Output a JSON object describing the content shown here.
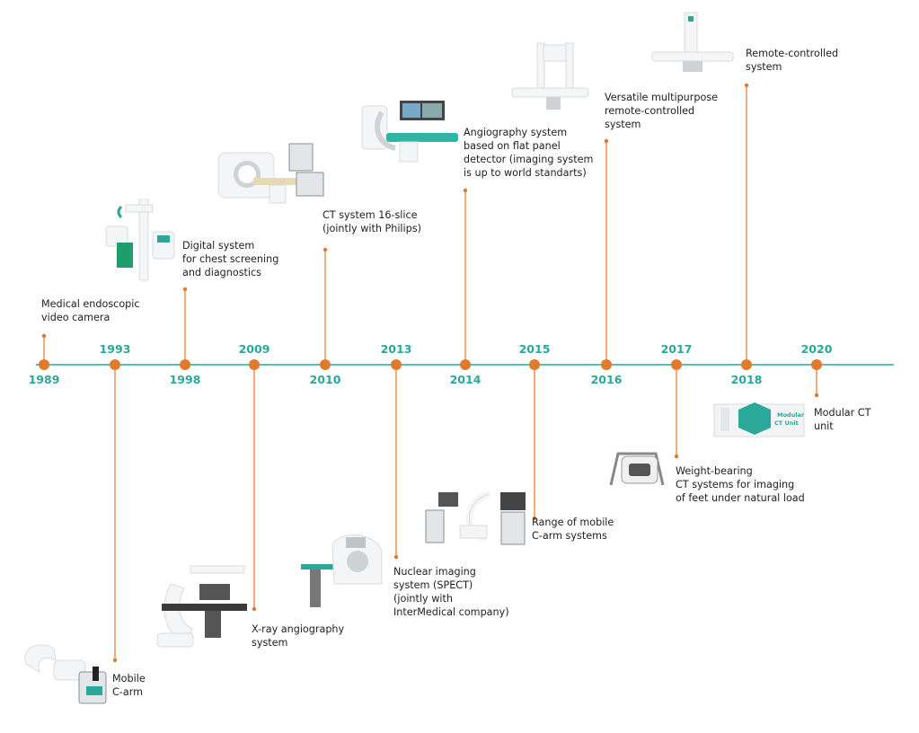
{
  "colors": {
    "accent": "#2aa89a",
    "marker": "#e07a2c",
    "text": "#222222"
  },
  "timeline": [
    {
      "year": "1989",
      "label_pos": "below",
      "caption_side": "above",
      "caption": [
        "Medical endoscopic",
        "video camera"
      ],
      "device_icon": "endoscopic-camera-icon"
    },
    {
      "year": "1993",
      "label_pos": "above",
      "caption_side": "below",
      "caption": [
        "Mobile",
        "C-arm"
      ],
      "device_icon": "c-arm-icon"
    },
    {
      "year": "1998",
      "label_pos": "below",
      "caption_side": "above",
      "caption": [
        "Digital system",
        "for chest screening",
        "and diagnostics"
      ],
      "device_icon": "chest-xray-icon"
    },
    {
      "year": "2009",
      "label_pos": "above",
      "caption_side": "below",
      "caption": [
        "X-ray angiography",
        "system"
      ],
      "device_icon": "angiography-icon"
    },
    {
      "year": "2010",
      "label_pos": "below",
      "caption_side": "above",
      "caption": [
        "CT system 16-slice",
        "(jointly with Philips)"
      ],
      "device_icon": "ct-scanner-icon"
    },
    {
      "year": "2013",
      "label_pos": "above",
      "caption_side": "below",
      "caption": [
        "Nuclear imaging",
        "system (SPECT)",
        "(jointly with",
        "InterMedical company)"
      ],
      "device_icon": "spect-icon"
    },
    {
      "year": "2014",
      "label_pos": "below",
      "caption_side": "above",
      "caption": [
        "Angiography system",
        "based on flat panel",
        "detector (imaging system",
        "is up to world standarts)"
      ],
      "device_icon": "flat-panel-angio-icon"
    },
    {
      "year": "2015",
      "label_pos": "above",
      "caption_side": "below",
      "caption": [
        "Range of mobile",
        "C-arm systems"
      ],
      "device_icon": "mobile-c-arm-range-icon"
    },
    {
      "year": "2016",
      "label_pos": "below",
      "caption_side": "above",
      "caption": [
        "Versatile multipurpose",
        "remote-controlled",
        "system"
      ],
      "device_icon": "multipurpose-rc-icon"
    },
    {
      "year": "2017",
      "label_pos": "above",
      "caption_side": "below",
      "caption": [
        "Weight-bearing",
        "CT systems for imaging",
        "of feet under natural load"
      ],
      "device_icon": "weight-bearing-ct-icon"
    },
    {
      "year": "2018",
      "label_pos": "below",
      "caption_side": "above",
      "caption": [
        "Remote-controlled",
        "system"
      ],
      "device_icon": "remote-controlled-icon"
    },
    {
      "year": "2020",
      "label_pos": "above",
      "caption_side": "below",
      "caption": [
        "Modular CT",
        "unit"
      ],
      "device_icon": "modular-ct-unit-icon",
      "device_text": [
        "Modular",
        "CT Unit"
      ]
    }
  ]
}
